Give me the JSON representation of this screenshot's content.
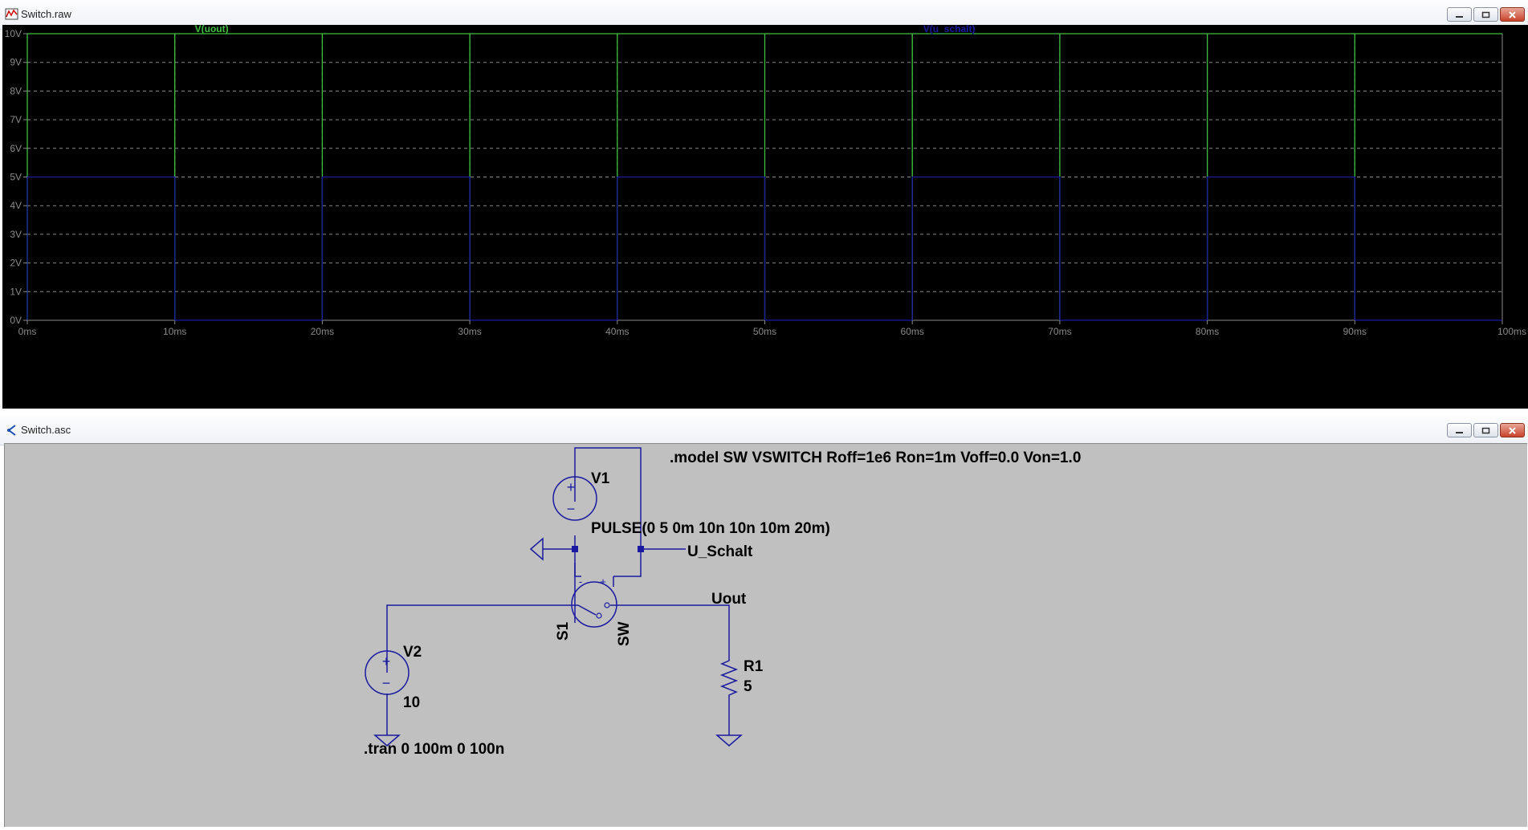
{
  "plot_window": {
    "title": "Switch.raw",
    "icon": "waveform-icon"
  },
  "schematic_window": {
    "title": "Switch.asc",
    "icon": "schematic-icon"
  },
  "window_controls": {
    "minimize_icon": "minimize-icon",
    "maximize_icon": "maximize-icon",
    "close_icon": "close-icon"
  },
  "colors": {
    "plot_bg": "#000000",
    "grid": "#8a8a8a",
    "trace_uout": "#3ec03e",
    "trace_u_schalt": "#1a1aa0",
    "schematic_bg": "#c0c0c0",
    "wire": "#1a1aa0",
    "component": "#1a1aa0"
  },
  "chart_data": {
    "type": "line",
    "xlabel": "",
    "ylabel": "",
    "xlim": [
      0,
      100
    ],
    "ylim": [
      0,
      10
    ],
    "x_ticks": [
      "0ms",
      "10ms",
      "20ms",
      "30ms",
      "40ms",
      "50ms",
      "60ms",
      "70ms",
      "80ms",
      "90ms",
      "100ms"
    ],
    "y_ticks": [
      "0V",
      "1V",
      "2V",
      "3V",
      "4V",
      "5V",
      "6V",
      "7V",
      "8V",
      "9V",
      "10V"
    ],
    "grid": true,
    "series": [
      {
        "name": "V(uout)",
        "color": "#3ec03e",
        "x": [
          0,
          0,
          10,
          10,
          10,
          20,
          20,
          20,
          30,
          30,
          30,
          40,
          40,
          40,
          50,
          50,
          50,
          60,
          60,
          60,
          70,
          70,
          70,
          80,
          80,
          80,
          90,
          90,
          90,
          100
        ],
        "y": [
          0,
          10,
          10,
          0,
          10,
          10,
          0,
          10,
          10,
          0,
          10,
          10,
          0,
          10,
          10,
          0,
          10,
          10,
          0,
          10,
          10,
          0,
          10,
          10,
          0,
          10,
          10,
          0,
          10,
          10
        ]
      },
      {
        "name": "V(u_schalt)",
        "color": "#1a1aa0",
        "x": [
          0,
          0,
          10,
          10,
          20,
          20,
          30,
          30,
          40,
          40,
          50,
          50,
          60,
          60,
          70,
          70,
          80,
          80,
          90,
          90,
          100
        ],
        "y": [
          0,
          5,
          5,
          0,
          0,
          5,
          5,
          0,
          0,
          5,
          5,
          0,
          0,
          5,
          5,
          0,
          0,
          5,
          5,
          0,
          0
        ]
      }
    ]
  },
  "schematic": {
    "model_directive": ".model SW VSWITCH Roff=1e6 Ron=1m Voff=0.0 Von=1.0",
    "tran_directive": ".tran 0 100m 0 100n",
    "v1": {
      "name": "V1",
      "value": "PULSE(0 5 0m 10n 10n 10m 20m)"
    },
    "v2": {
      "name": "V2",
      "value": "10"
    },
    "s1": {
      "name": "S1",
      "model": "SW",
      "plus": "+",
      "minus": "-"
    },
    "r1": {
      "name": "R1",
      "value": "5"
    },
    "net_u_schalt": "U_Schalt",
    "net_uout": "Uout",
    "source_plus": "+",
    "source_minus": "−"
  }
}
